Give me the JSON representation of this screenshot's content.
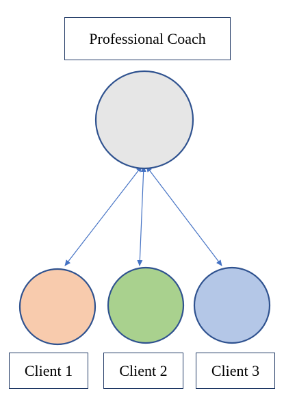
{
  "coach": {
    "label": "Professional Coach",
    "fill": "#e6e6e6",
    "stroke": "#2f528f"
  },
  "clients": [
    {
      "label": "Client 1",
      "fill": "#f8cbad"
    },
    {
      "label": "Client 2",
      "fill": "#a9d18e"
    },
    {
      "label": "Client 3",
      "fill": "#b4c7e7"
    }
  ],
  "colors": {
    "node_stroke": "#2f528f",
    "connector": "#4472c4",
    "box_border": "#1f3864"
  }
}
